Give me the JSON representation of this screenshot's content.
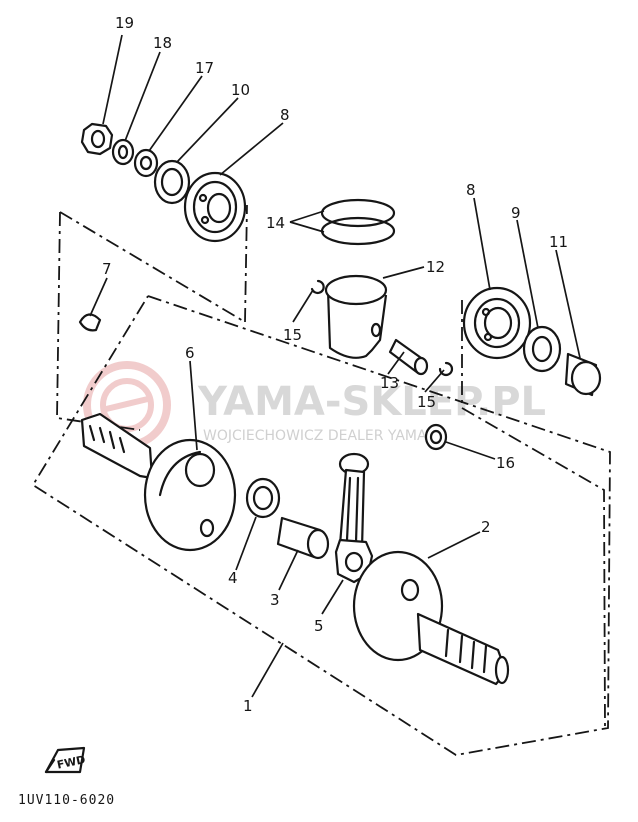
{
  "diagram": {
    "callouts": [
      "19",
      "18",
      "17",
      "10",
      "8",
      "14",
      "12",
      "7",
      "15",
      "6",
      "13",
      "15",
      "16",
      "8",
      "9",
      "11",
      "4",
      "3",
      "5",
      "2",
      "1"
    ],
    "fwd_label": "FWD",
    "drawing_code": "1UV110-6020"
  },
  "watermark": {
    "title": "YAMA-SKLEP.PL",
    "subtitle": "WOJCIECHOWICZ DEALER YAMAHA",
    "color": "#e0a0a0"
  }
}
